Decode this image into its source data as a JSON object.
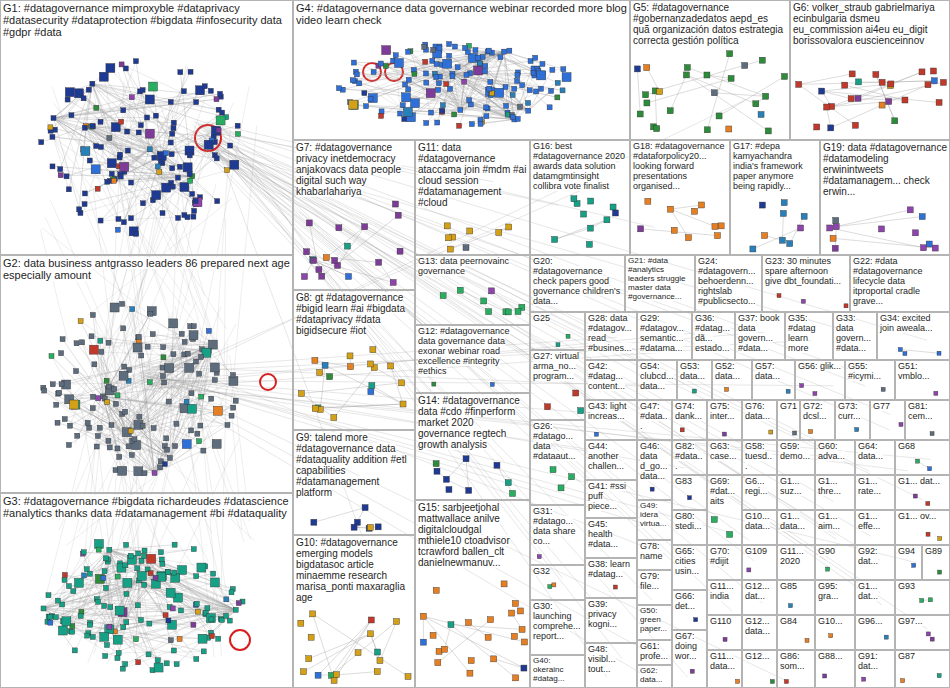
{
  "diagram": {
    "nodes": [
      {
        "text": [
          "G1: #datagovernance mimproxyble #dataprivacy #datasecurity #dataprotection #bigdata #infosecurity data #gdpr #data"
        ]
      },
      {
        "text": [
          "G4: #datagovernance data governance webinar recorded more blog video learn check"
        ]
      },
      {
        "text": [
          "G5: #datagovernance #gobernanzadedatos aepd_es quã organización datos estrategia correcta gestión política"
        ]
      },
      {
        "text": [
          "G6: volker_straub gabrielmariya ecinbulgaria dsmeu eu_commission ai4eu eu_digit borissovalora euscienceinnov"
        ]
      },
      {
        "text": [
          "G7: #datagovernance privacy inetdemocracy anjakovacs data people digital such way khabarlahariya"
        ]
      },
      {
        "text": [
          "G11: data #datagovernance ataccama join #mdm #ai cloud session #datamanagement #cloud"
        ]
      },
      {
        "text": [
          "G16: best #datagovernance 2020 awards data solution datamgmtinsight collibra vote finalist"
        ]
      },
      {
        "text": [
          "G18: #datagovernance #dataforpolicy20... looking forward presentations organised..."
        ]
      },
      {
        "text": [
          "G17: #depa kamyachandra india's framework paper anymore being rapidly..."
        ]
      },
      {
        "text": [
          "G19: data #datagovernance #datamodeling erwinintweets #datamanagem... check erwin..."
        ]
      },
      {
        "text": [
          "G2: data business antgrasso leaders 86 prepared next age especially amount"
        ]
      },
      {
        "text": [
          "G13: data peernovainc governance"
        ]
      },
      {
        "text": [
          "G20: #datagovernance check papers good governance children's data..."
        ]
      },
      {
        "text": [
          "G21: #data #analytics leaders struggle master data #governance..."
        ]
      },
      {
        "text": [
          "G24: #datagovern... behoerdenn... rightslab #publicsecto..."
        ]
      },
      {
        "text": [
          "G23: 30 minutes spare afternoon give dbt_foundati..."
        ]
      },
      {
        "text": [
          "G22: #data #datagovernance lifecycle data itproportal cradle grave..."
        ]
      },
      {
        "text": [
          "G8: gt #datagovernance #bigid learn #ai #bigdata #dataprivacy #data bigidsecure #iot"
        ]
      },
      {
        "text": [
          "G25"
        ]
      },
      {
        "text": [
          "G28: data #datagov... read #busines..."
        ]
      },
      {
        "text": [
          "G29: #datagov... semantic... #datama..."
        ]
      },
      {
        "text": [
          "G36: #datag... dã... estado..."
        ]
      },
      {
        "text": [
          "G37: book data govern... #data..."
        ]
      },
      {
        "text": [
          "G35: #datag learn more"
        ]
      },
      {
        "text": [
          "G33: data govern... #data..."
        ]
      },
      {
        "text": [
          "G34: excited join aweala..."
        ]
      },
      {
        "text": [
          "G12: #datagovernance data governance data exonar webinar road excellence #integrity #ethics"
        ]
      },
      {
        "text": [
          "G27: virtual arma_no... program..."
        ]
      },
      {
        "text": [
          "G42: #datag... content..."
        ]
      },
      {
        "text": [
          "G54: clubcd... data..."
        ]
      },
      {
        "text": [
          "G53: data..."
        ]
      },
      {
        "text": [
          "G52: data..."
        ]
      },
      {
        "text": [
          "G57: data..."
        ]
      },
      {
        "text": [
          "G56: glik..."
        ]
      },
      {
        "text": [
          "G55: #icymi..."
        ]
      },
      {
        "text": [
          "G51: vmblo..."
        ]
      },
      {
        "text": [
          "G14: #datagovernance data #cdo #finperform market 2020 governance regtech growth analysis"
        ]
      },
      {
        "text": [
          "G43: light increas..."
        ]
      },
      {
        "text": [
          "G47: #data..."
        ]
      },
      {
        "text": [
          "G74: dank..."
        ]
      },
      {
        "text": [
          "G75: inter..."
        ]
      },
      {
        "text": [
          "G76: data..."
        ]
      },
      {
        "text": [
          "G71"
        ]
      },
      {
        "text": [
          "G72: dcsl..."
        ]
      },
      {
        "text": [
          "G73: curr..."
        ]
      },
      {
        "text": [
          "G77"
        ]
      },
      {
        "text": [
          "G81: cem..."
        ]
      },
      {
        "text": [
          "G26: #datago... data #dataaut..."
        ]
      },
      {
        "text": [
          "G9: talend more #datagovernance data #dataquality addition #etl capabilities #datamanagement platform"
        ]
      },
      {
        "text": [
          "G44: another challen..."
        ]
      },
      {
        "text": [
          "G46: data d_go... data..."
        ]
      },
      {
        "text": [
          "G82: #data..."
        ]
      },
      {
        "text": [
          "G63: case..."
        ]
      },
      {
        "text": [
          "G58: tuesd..."
        ]
      },
      {
        "text": [
          "G59: demo..."
        ]
      },
      {
        "text": [
          "G60: adva..."
        ]
      },
      {
        "text": [
          "G64: data..."
        ]
      },
      {
        "text": [
          "G68"
        ]
      },
      {
        "text": [
          "G83"
        ]
      },
      {
        "text": [
          "G69: #dat... aits"
        ]
      },
      {
        "text": [
          "G6... regi..."
        ]
      },
      {
        "text": [
          "G1... suz..."
        ]
      },
      {
        "text": [
          "G1... thre..."
        ]
      },
      {
        "text": [
          "G1... rate..."
        ]
      },
      {
        "text": [
          "G1... dat..."
        ]
      },
      {
        "text": [
          "G41: #ssi puff piece..."
        ]
      },
      {
        "text": [
          "G3: #datagovernance #bigdata richardeudes #datascience #analytics thanks data #datamanagement #bi #dataquality"
        ]
      },
      {
        "text": [
          "G15: sarbjeetjohal mattwallace anilve digitalcloudgal mthiele10 ctoadvisor tcrawford ballen_clt danielnewmanuv..."
        ]
      },
      {
        "text": [
          "G49: idera virtua..."
        ]
      },
      {
        "text": [
          "G31: #datago... data share co..."
        ]
      },
      {
        "text": [
          "G80: stedi..."
        ]
      },
      {
        "text": [
          "G10... data..."
        ]
      },
      {
        "text": [
          "G1... data..."
        ]
      },
      {
        "text": [
          "G1... aim..."
        ]
      },
      {
        "text": [
          "G1... effe..."
        ]
      },
      {
        "text": [
          "G1... ov..."
        ]
      },
      {
        "text": [
          "G45: health #data..."
        ]
      },
      {
        "text": [
          "G10: #datagovernance emerging models bigdatasoc article minaemme research marisa_ponti maxaraglia age"
        ]
      },
      {
        "text": [
          "G78: name"
        ]
      },
      {
        "text": [
          "G65: cities usin..."
        ]
      },
      {
        "text": [
          "G70: #dijit"
        ]
      },
      {
        "text": [
          "G109"
        ]
      },
      {
        "text": [
          "G11... 2020"
        ]
      },
      {
        "text": [
          "G90"
        ]
      },
      {
        "text": [
          "G92: dat..."
        ]
      },
      {
        "text": [
          "G94"
        ]
      },
      {
        "text": [
          "G89"
        ]
      },
      {
        "text": [
          "G38: learn #datag..."
        ]
      },
      {
        "text": [
          "G32"
        ]
      },
      {
        "text": [
          "G79: file..."
        ]
      },
      {
        "text": [
          "G11... india"
        ]
      },
      {
        "text": [
          "G12... dat..."
        ]
      },
      {
        "text": [
          "G85"
        ]
      },
      {
        "text": [
          "G95: gra..."
        ]
      },
      {
        "text": [
          "G1... dat..."
        ]
      },
      {
        "text": [
          "G93"
        ]
      },
      {
        "text": [
          "G66: det..."
        ]
      },
      {
        "text": [
          "G39: privacy kogni..."
        ]
      },
      {
        "text": [
          "G30: launching comprehe... report..."
        ]
      },
      {
        "text": [
          "G50: green paper..."
        ]
      },
      {
        "text": [
          "G110"
        ]
      },
      {
        "text": [
          "G12... data..."
        ]
      },
      {
        "text": [
          "G84"
        ]
      },
      {
        "text": [
          "G10..."
        ]
      },
      {
        "text": [
          "G96..."
        ]
      },
      {
        "text": [
          "G97..."
        ]
      },
      {
        "text": [
          "G67: doing wor..."
        ]
      },
      {
        "text": [
          "G61: profe..."
        ]
      },
      {
        "text": [
          "G48: visibl... tout..."
        ]
      },
      {
        "text": [
          "G11... data..."
        ]
      },
      {
        "text": [
          "G12..."
        ]
      },
      {
        "text": [
          "G86: som..."
        ]
      },
      {
        "text": [
          "G88..."
        ]
      },
      {
        "text": [
          "G91: dat..."
        ]
      },
      {
        "text": [
          "G87"
        ]
      },
      {
        "text": [
          "G40: okerainc #datag..."
        ]
      },
      {
        "text": [
          "G62: data..."
        ]
      }
    ]
  }
}
